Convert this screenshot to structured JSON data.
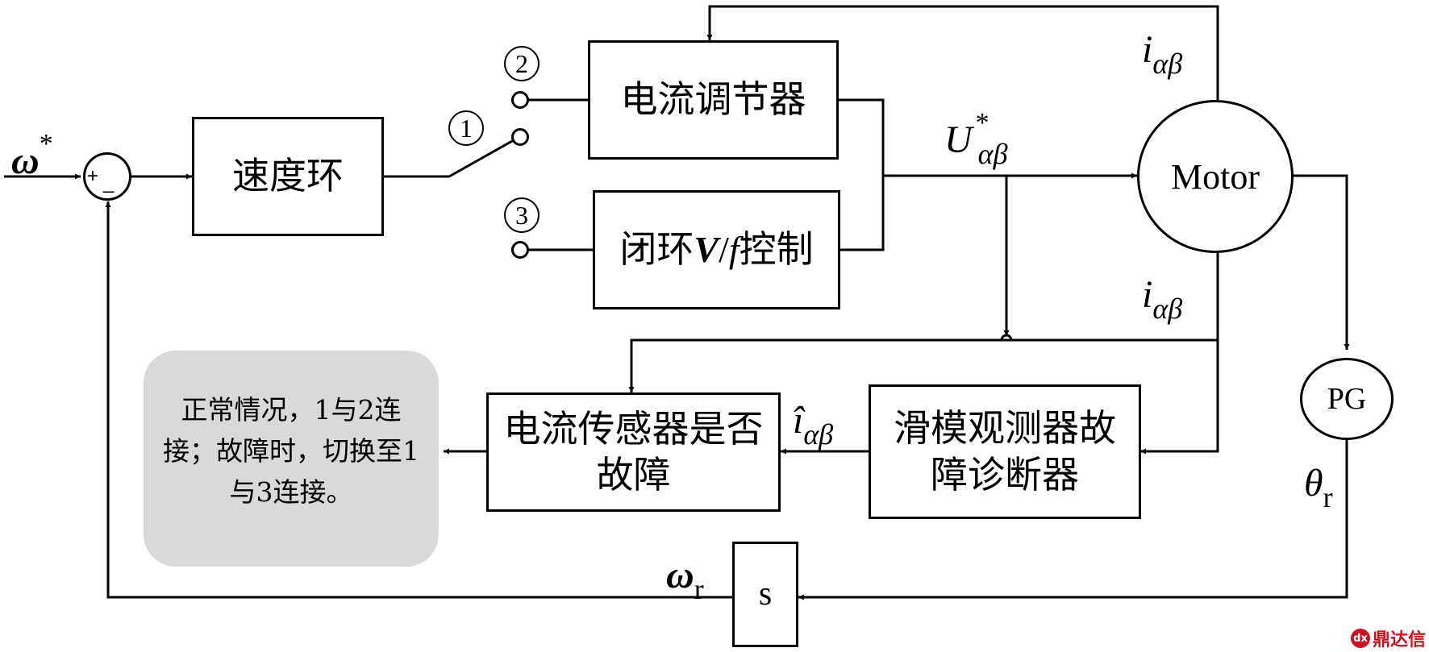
{
  "blocks": {
    "speed_loop": "速度环",
    "current_regulator": "电流调节器",
    "vf_control": {
      "prefix": "闭环",
      "v": "V",
      "slash": "/",
      "f": "f",
      "suffix": "控制"
    },
    "motor": "Motor",
    "pg": "PG",
    "sensor_fault": "电流传感器是否故障",
    "smo_diagnoser": "滑模观测器故障诊断器",
    "derivative": "s"
  },
  "switch_positions": [
    "1",
    "2",
    "3"
  ],
  "summing_junction": {
    "plus": "+",
    "minus": "_"
  },
  "signals": {
    "omega_ref": {
      "main": "ω",
      "sup": "*"
    },
    "u_ref": {
      "main": "U",
      "sup": "*",
      "sub": "αβ"
    },
    "i_top": {
      "main": "i",
      "sub": "αβ"
    },
    "i_mid": {
      "main": "i",
      "sub": "αβ"
    },
    "i_hat": {
      "main": "î",
      "sub": "αβ"
    },
    "theta": {
      "main": "θ",
      "sub": "r"
    },
    "omega_r": {
      "main": "ω",
      "sub": "r"
    }
  },
  "note": "正常情况，1与2连接；故障时，切换至1与3连接。",
  "logo": {
    "mark": "dx",
    "text": "鼎达信"
  },
  "colors": {
    "line": "#000000",
    "note_bg": "#d9d9d9",
    "logo": "#c8141e"
  }
}
